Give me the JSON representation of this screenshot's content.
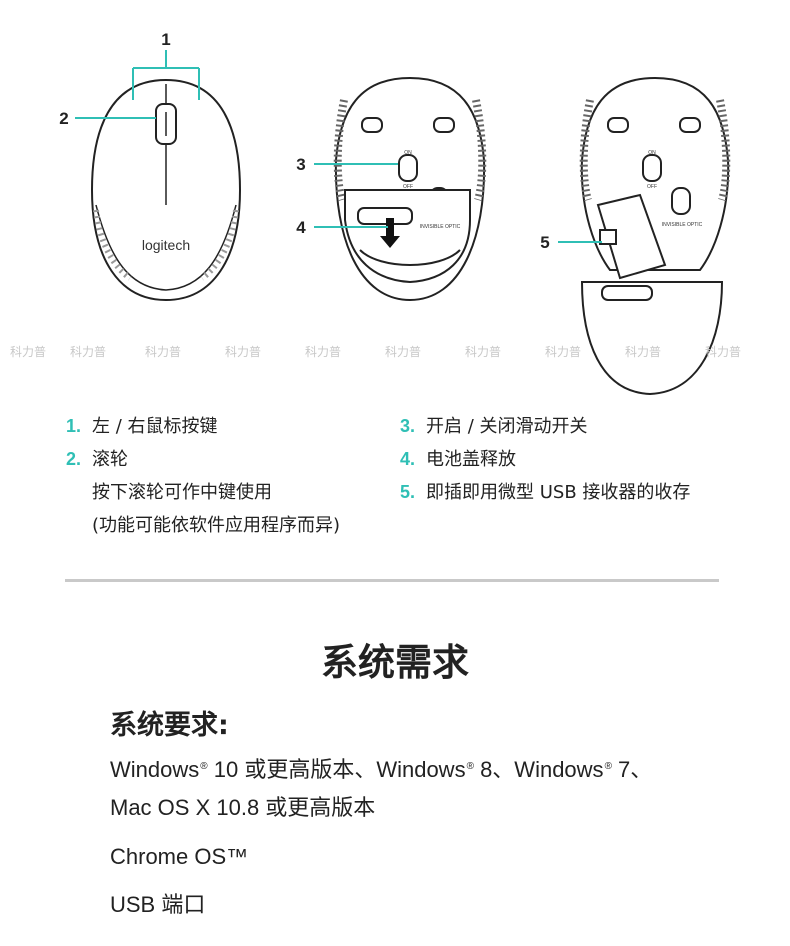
{
  "diagram": {
    "callouts": [
      "1",
      "2",
      "3",
      "4",
      "5"
    ],
    "brand": "logitech",
    "switch_on": "ON",
    "switch_off": "OFF",
    "sensor_text": "INVISIBLE OPTIC",
    "watermark": "科力普"
  },
  "legend": {
    "left": [
      {
        "num": "1.",
        "lines": [
          "左 / 右鼠标按键"
        ]
      },
      {
        "num": "2.",
        "lines": [
          "滚轮",
          "按下滚轮可作中键使用",
          "(功能可能依软件应用程序而异)"
        ]
      }
    ],
    "right": [
      {
        "num": "3.",
        "lines": [
          "开启 / 关闭滑动开关"
        ]
      },
      {
        "num": "4.",
        "lines": [
          "电池盖释放"
        ]
      },
      {
        "num": "5.",
        "lines": [
          "即插即用微型 USB 接收器的收存"
        ]
      }
    ]
  },
  "section": {
    "title": "系统需求",
    "heading": "系统要求:",
    "line1": {
      "w1": "Windows",
      "r1": "®",
      "t1": " 10 或更高版本、Windows",
      "r2": "®",
      "t2": " 8、Windows",
      "r3": "®",
      "t3": " 7、"
    },
    "line2": "Mac OS X 10.8 或更高版本",
    "line3": "Chrome OS™",
    "line4": "USB 端口"
  }
}
